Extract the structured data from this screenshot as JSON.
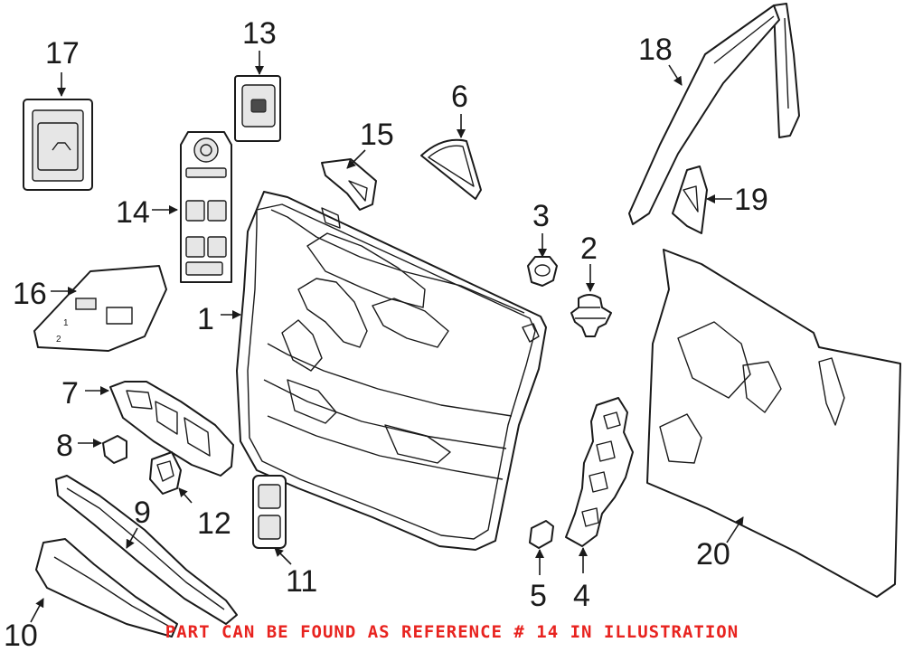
{
  "callouts": {
    "c1": "1",
    "c2": "2",
    "c3": "3",
    "c4": "4",
    "c5": "5",
    "c6": "6",
    "c7": "7",
    "c8": "8",
    "c9": "9",
    "c10": "10",
    "c11": "11",
    "c12": "12",
    "c13": "13",
    "c14": "14",
    "c15": "15",
    "c16": "16",
    "c17": "17",
    "c18": "18",
    "c19": "19",
    "c20": "20"
  },
  "switch_labels": {
    "s1": "1",
    "s2": "2"
  },
  "caption": "PART CAN BE FOUND AS REFERENCE # 14 IN ILLUSTRATION",
  "colors": {
    "caption": "#e8231f",
    "linework": "#1a1a1a"
  }
}
